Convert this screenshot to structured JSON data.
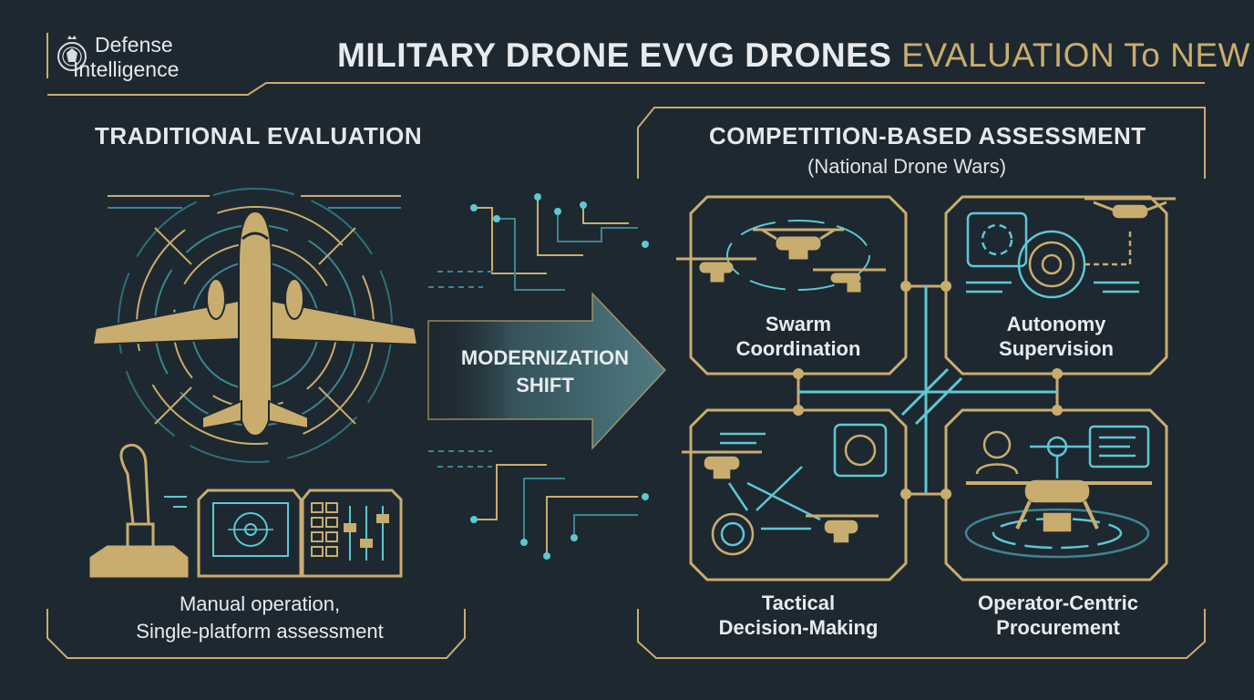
{
  "brand": {
    "line1": "Defense",
    "line2": "Intelligence",
    "logo_icon": "defense-emblem-icon"
  },
  "title": {
    "part1": "MILITARY DRONE EVVG DRONES",
    "part2": "EVALUATION  To NEW"
  },
  "left_panel": {
    "heading": "TRADITIONAL EVALUATION",
    "caption_line1": "Manual operation,",
    "caption_line2": "Single-platform assessment",
    "icons": [
      "fixed-wing-aircraft-icon",
      "joystick-icon",
      "radar-console-icon",
      "control-panel-icon"
    ]
  },
  "arrow": {
    "line1": "MODERNIZATION",
    "line2": "SHIFT"
  },
  "right_panel": {
    "heading": "COMPETITION-BASED ASSESSMENT",
    "subheading": "(National Drone Wars)",
    "cards": [
      {
        "line1": "Swarm",
        "line2": "Coordination",
        "icon": "drone-swarm-icon"
      },
      {
        "line1": "Autonomy",
        "line2": "Supervision",
        "icon": "autonomy-gear-icon"
      },
      {
        "line1": "Tactical",
        "line2": "Decision-Making",
        "icon": "tactical-drones-icon"
      },
      {
        "line1": "Operator-Centric",
        "line2": "Procurement",
        "icon": "operator-drone-icon"
      }
    ]
  },
  "colors": {
    "background": "#1e2830",
    "gold": "#c9ad6e",
    "cyan": "#5cc8d4",
    "text": "#e8ebee"
  }
}
